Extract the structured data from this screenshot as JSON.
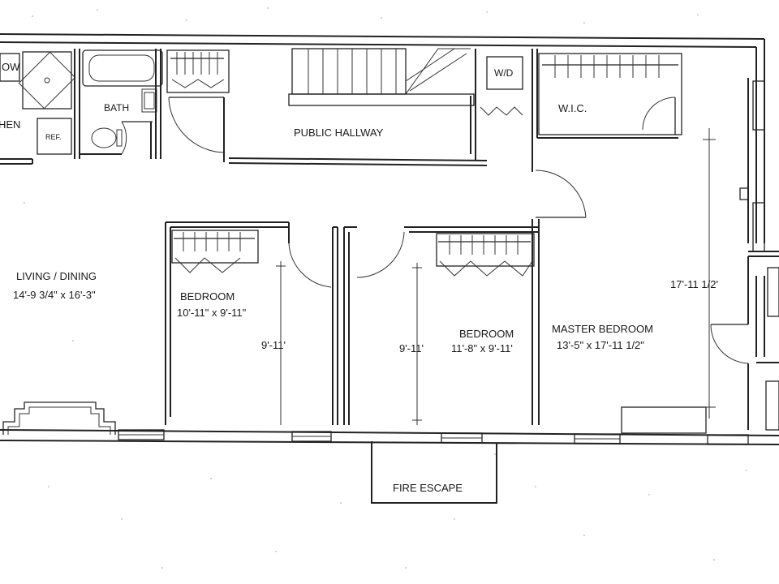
{
  "plan": {
    "rooms": {
      "living": {
        "name": "LIVING / DINING",
        "dims": "14'-9 3/4\" x 16'-3\""
      },
      "bedroom1": {
        "name": "BEDROOM",
        "dims": "10'-11\" x 9'-11\""
      },
      "bedroom2": {
        "name": "BEDROOM",
        "dims": "11'-8\" x 9'-11'"
      },
      "master": {
        "name": "MASTER BEDROOM",
        "dims": "13'-5\" x 17'-11 1/2\""
      },
      "hallway": {
        "name": "PUBLIC HALLWAY"
      },
      "wic": {
        "name": "W.I.C."
      },
      "bath": {
        "name": "BATH"
      },
      "kitchen": {
        "name": "HEN"
      },
      "fire_escape": {
        "name": "FIRE ESCAPE"
      }
    },
    "fixtures": {
      "washer_dryer": "W/D",
      "refrigerator": "REF.",
      "oven": "OW"
    },
    "dimensions": {
      "bedroom1_height": "9'-11'",
      "bedroom2_height": "9'-11'",
      "master_height": "17'-11 1/2'"
    }
  }
}
